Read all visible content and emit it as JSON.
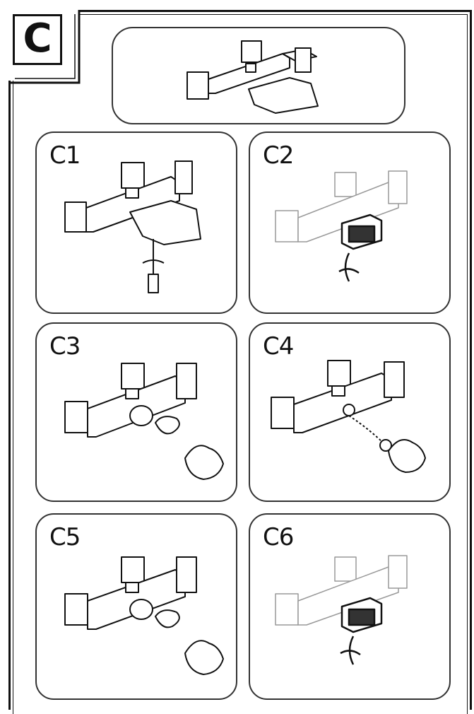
{
  "section": {
    "letter": "C"
  },
  "steps": [
    {
      "id": "C1",
      "label": "C1"
    },
    {
      "id": "C2",
      "label": "C2"
    },
    {
      "id": "C3",
      "label": "C3"
    },
    {
      "id": "C4",
      "label": "C4"
    },
    {
      "id": "C5",
      "label": "C5"
    },
    {
      "id": "C6",
      "label": "C6"
    }
  ]
}
